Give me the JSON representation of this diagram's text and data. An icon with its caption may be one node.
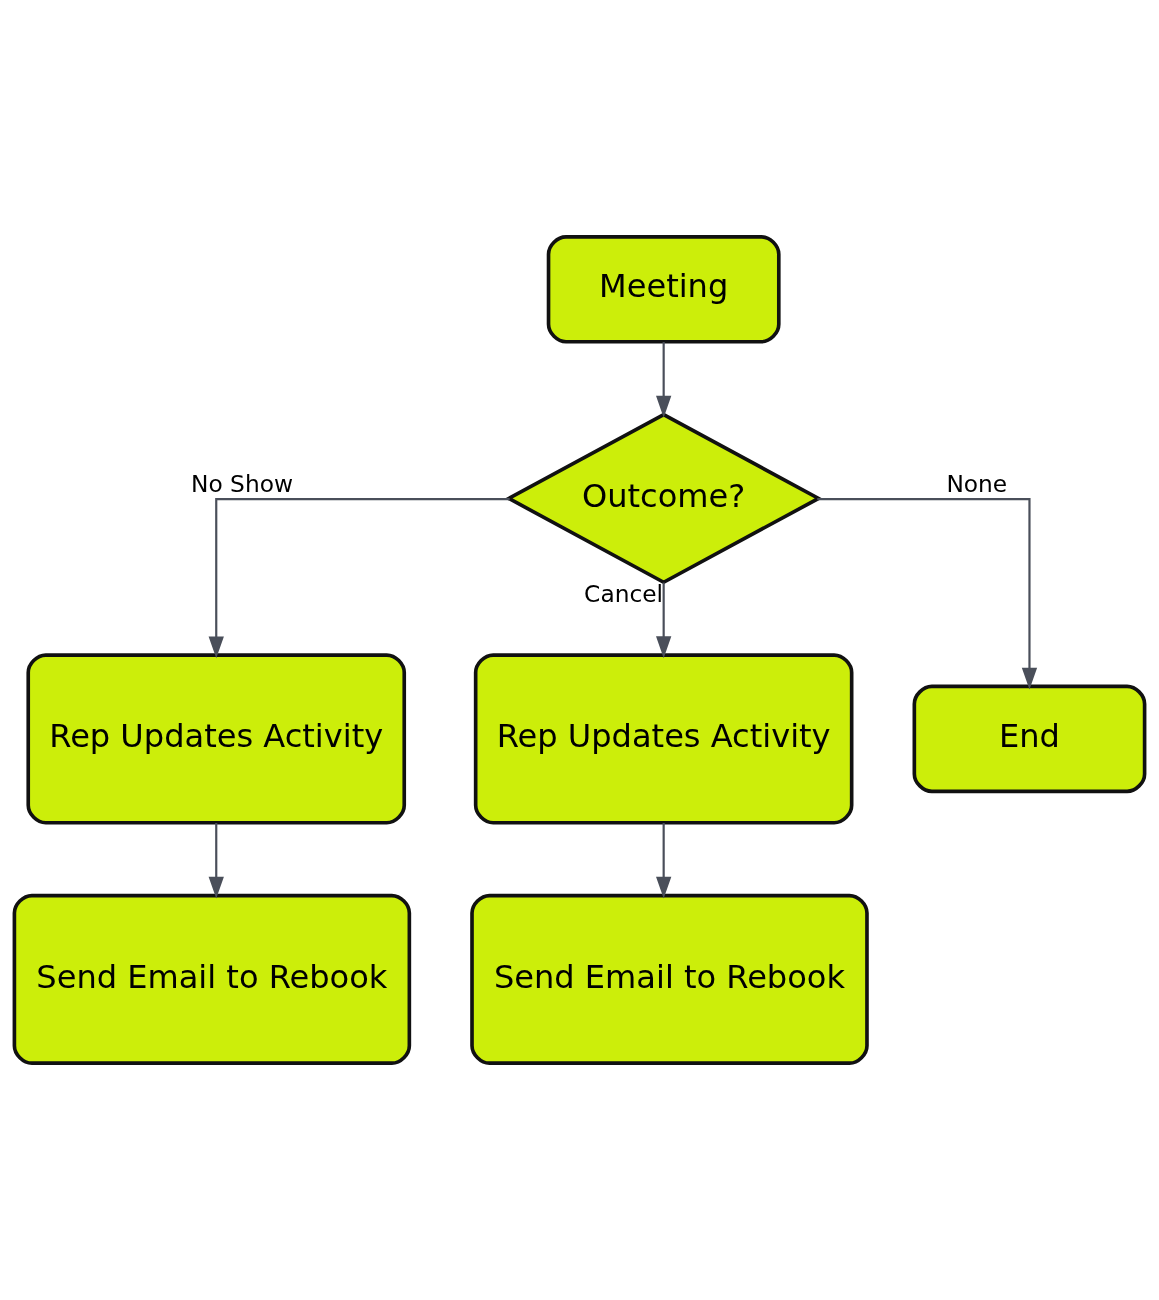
{
  "diagram": {
    "nodes": [
      {
        "text": [
          "Meeting"
        ]
      },
      {
        "text": [
          "Outcome?"
        ]
      },
      {
        "text": [
          "Rep Updates Activity"
        ]
      },
      {
        "text": [
          "Rep Updates Activity"
        ]
      },
      {
        "text": [
          "End"
        ]
      },
      {
        "text": [
          "Send Email to Rebook"
        ]
      },
      {
        "text": [
          "Send Email to Rebook"
        ]
      }
    ],
    "edges": [
      {
        "from": 0,
        "to": 1,
        "arrow": "to"
      },
      {
        "from": 1,
        "to": 2,
        "arrow": "to",
        "label": "No Show"
      },
      {
        "from": 1,
        "to": 3,
        "arrow": "to",
        "label": "Cancel"
      },
      {
        "from": 1,
        "to": 4,
        "arrow": "to",
        "label": "None"
      },
      {
        "from": 2,
        "to": 5,
        "arrow": "to"
      },
      {
        "from": 3,
        "to": 6,
        "arrow": "to"
      }
    ]
  }
}
